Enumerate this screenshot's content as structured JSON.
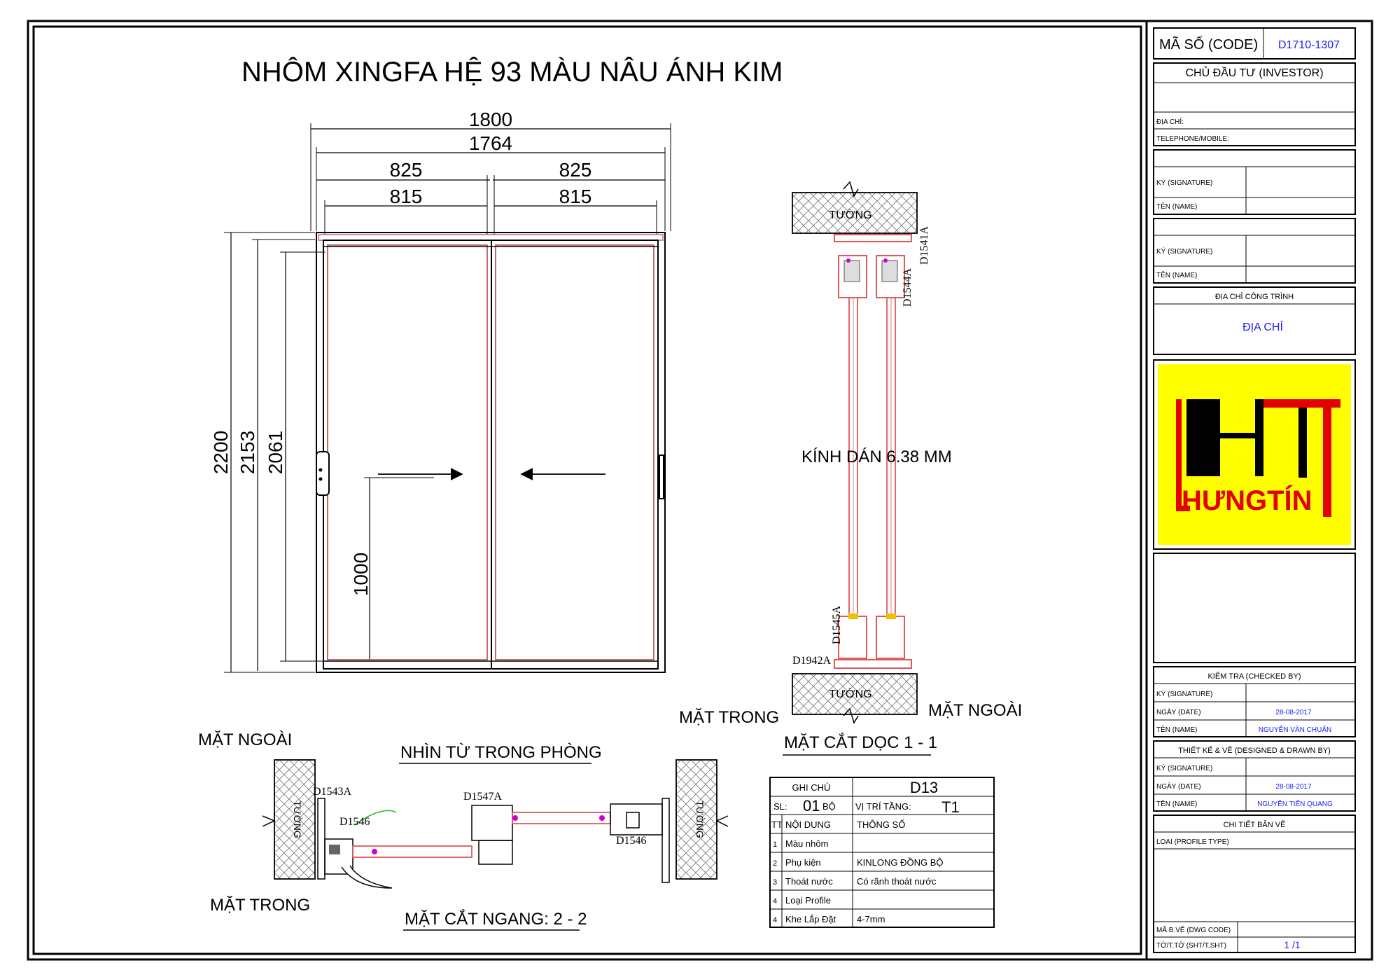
{
  "drawing": {
    "title": "NHÔM  XINGFA HỆ 93 MÀU NÂU ÁNH KIM",
    "dims_top": [
      "1800",
      "1764"
    ],
    "dims_panel_left": [
      "825",
      "815"
    ],
    "dims_panel_right": [
      "825",
      "815"
    ],
    "dims_side": [
      "2200",
      "2153",
      "2061"
    ],
    "dim_handle": "1000",
    "section_vertical": {
      "wall_label": "TƯỜNG",
      "glass_label": "KÍNH DÁN 6.38 MM",
      "codes": [
        "D1541A",
        "D1544A",
        "D1545A",
        "D1942A"
      ],
      "side_inside": "MẶT TRONG",
      "side_outside": "MẶT NGOÀI",
      "caption": "MẶT CẮT DỌC 1 - 1"
    },
    "section_horizontal": {
      "side_outside": "MẶT NGOÀI",
      "side_inside": "MẶT TRONG",
      "view_label": "NHÌN TỪ TRONG PHÒNG",
      "wall_label": "TƯỜNG",
      "codes": [
        "D1543A",
        "D1546",
        "D1547A",
        "D1546"
      ],
      "caption": "MẶT CẮT NGANG: 2 - 2"
    },
    "notes_table": {
      "header_note": "GHI CHÚ",
      "header_code": "D13",
      "sl_label": "SL:",
      "sl_value": "01",
      "sl_unit": "BỘ",
      "floor_label": "VỊ TRÍ TẦNG:",
      "floor_value": "T1",
      "col_tt": "TT",
      "col_content": "NỘI DUNG",
      "col_spec": "THÔNG SỐ",
      "rows": [
        {
          "no": "1",
          "content": "Màu nhôm",
          "spec": ""
        },
        {
          "no": "2",
          "content": "Phụ kiện",
          "spec": "KINLONG ĐỒNG BỘ"
        },
        {
          "no": "3",
          "content": "Thoát nước",
          "spec": "Có rãnh thoát nước"
        },
        {
          "no": "4",
          "content": "Loại Profile",
          "spec": ""
        },
        {
          "no": "4",
          "content": "Khe Lắp Đặt",
          "spec": "4-7mm"
        }
      ]
    }
  },
  "title_block": {
    "code_label": "MÃ SỐ (CODE)",
    "code_value": "D1710-1307",
    "investor_label": "CHỦ ĐẦU TƯ (INVESTOR)",
    "address_label": "ĐỊA CHỈ:",
    "phone_label": "TELEPHONE/MOBILE:",
    "signature_label": "KÝ (SIGNATURE)",
    "name_label": "TÊN (NAME)",
    "site_address_label": "ĐỊA CHỈ CÔNG TRÌNH",
    "site_address_value": "ĐỊA CHỈ",
    "logo_text": "HƯNGTÍN",
    "checked_label": "KIỂM TRA (CHECKED BY)",
    "date_label": "NGÀY (DATE)",
    "checked_date": "28-08-2017",
    "checked_name": "NGUYỄN VĂN CHUẨN",
    "designed_label": "THIẾT KẾ & VẼ (DESIGNED & DRAWN BY)",
    "designed_date": "28-08-2017",
    "designed_name": "NGUYỄN TIẾN QUANG",
    "detail_label": "CHI TIẾT BẢN VẼ",
    "profile_type_label": "LOẠI (PROFILE TYPE)",
    "dwg_code_label": "MÃ B.VẼ (DWG CODE)",
    "sheet_label": "TỜ/T.TỜ (SHT/T.SHT)",
    "sheet_value": "1 /1"
  },
  "colors": {
    "frame": "#c46a6a",
    "logo_bg": "#ffff00",
    "logo_red": "#e30000",
    "text_blue": "#1a1aff"
  }
}
